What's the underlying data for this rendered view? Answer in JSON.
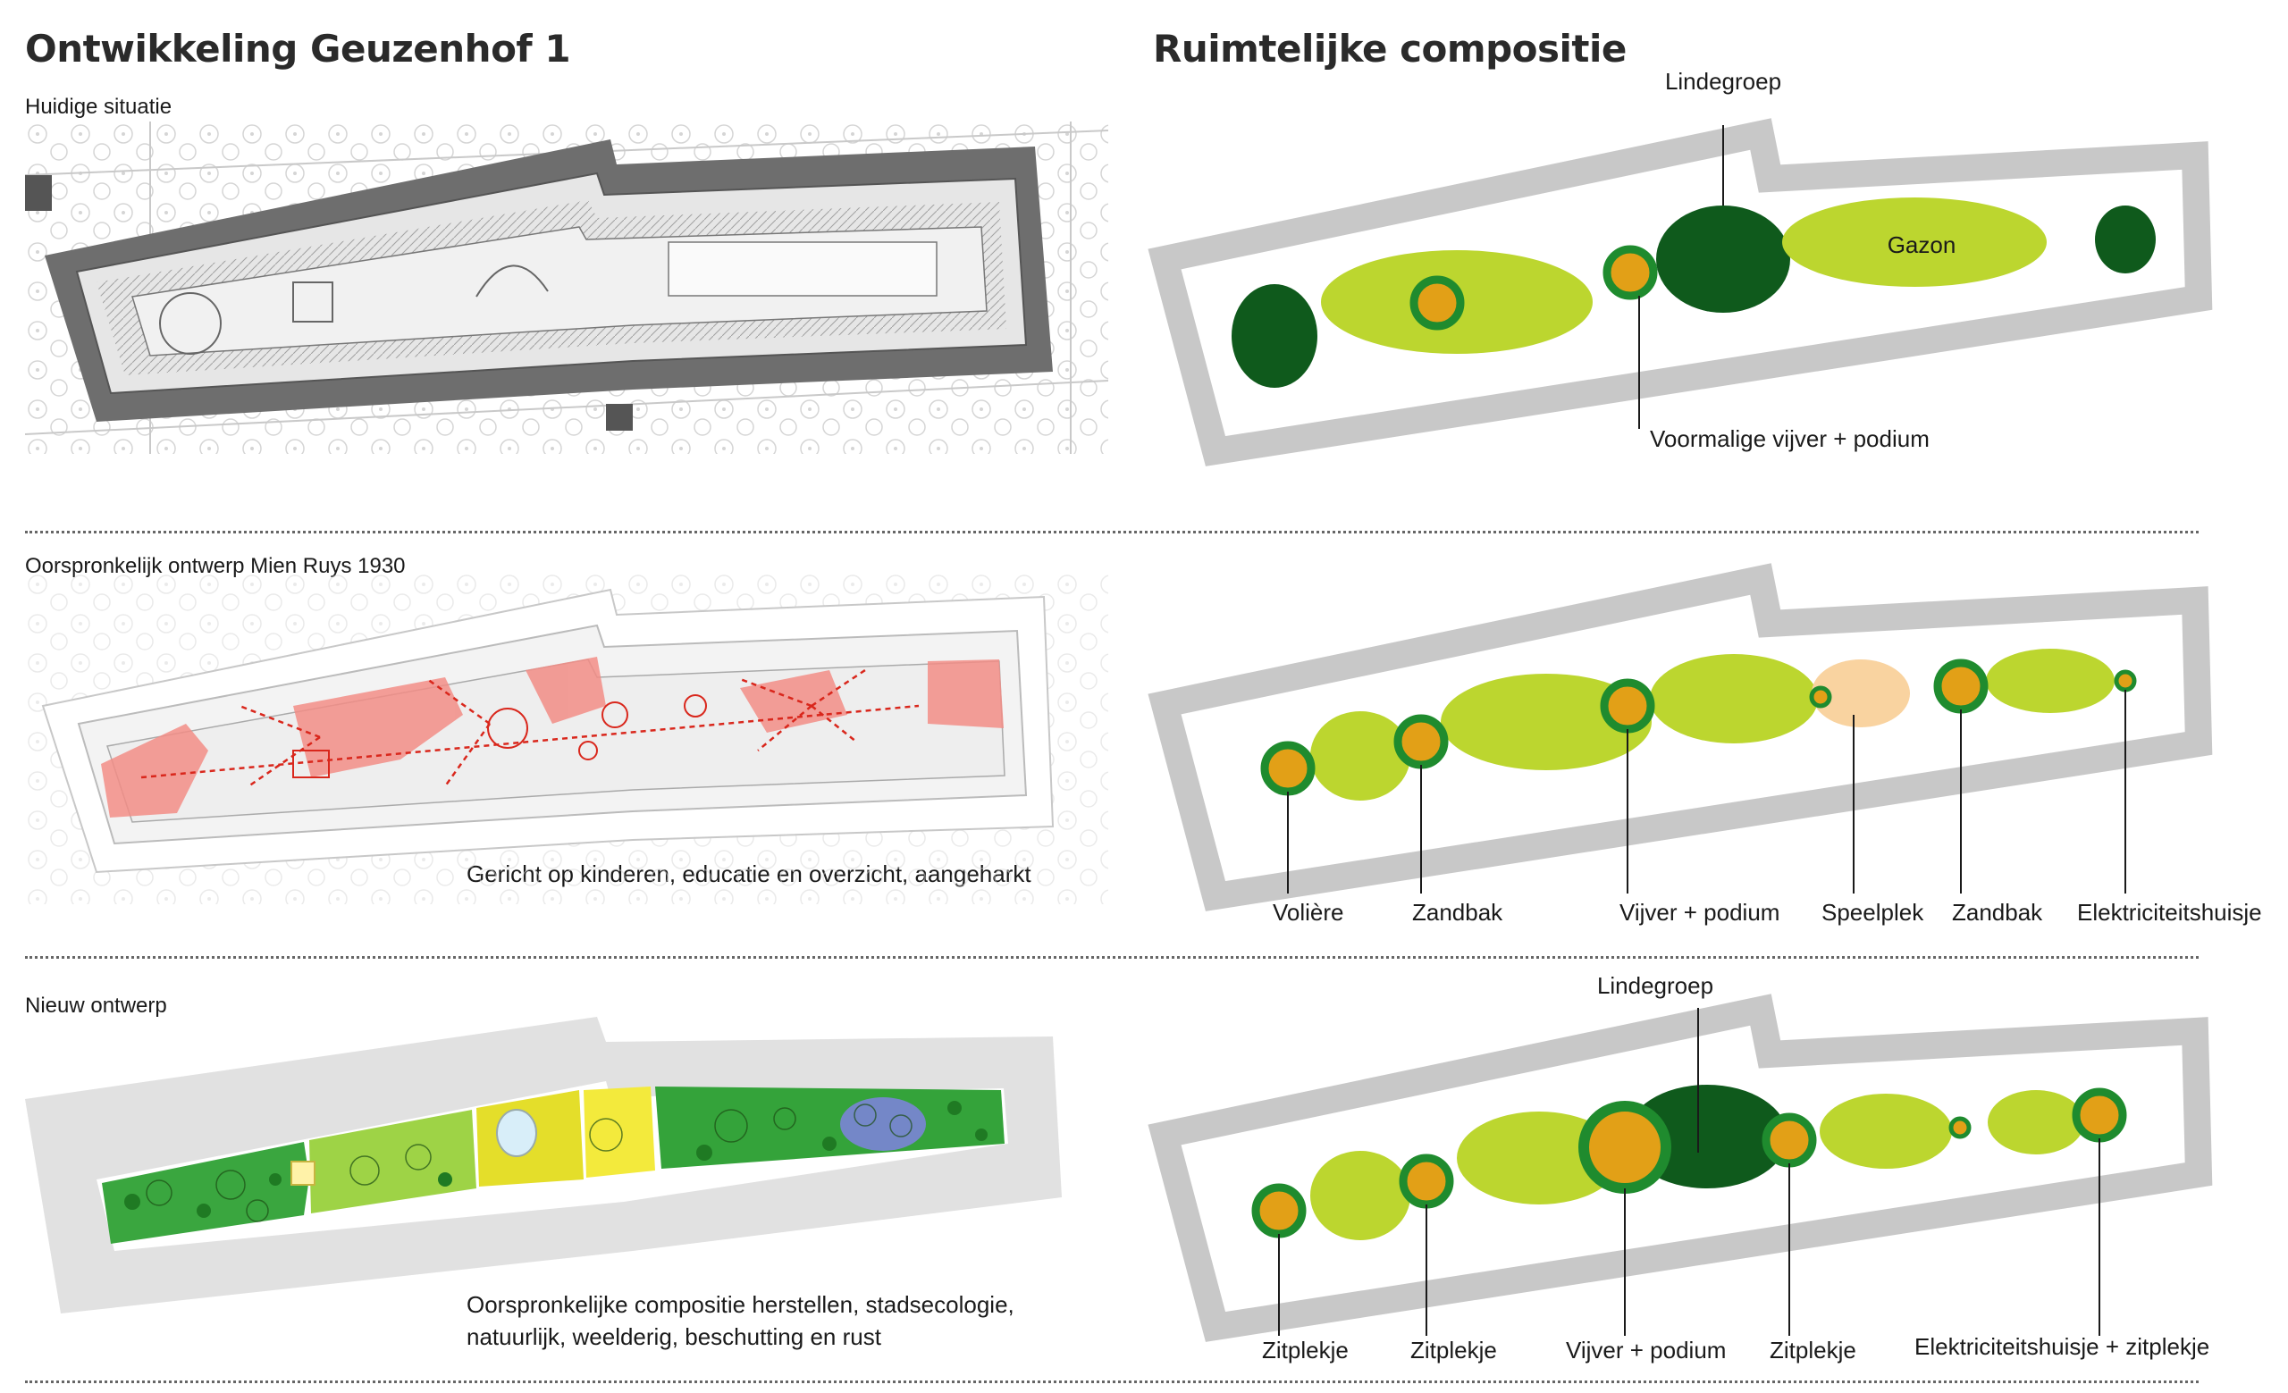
{
  "page": {
    "title_left": "Ontwikkeling Geuzenhof 1",
    "title_right": "Ruimtelijke compositie"
  },
  "rows": [
    {
      "label": "Huidige situatie",
      "caption": "",
      "diagram_labels": {
        "top": "Lindegroep",
        "lawn": "Gazon",
        "bottom": "Voormalige vijver + podium"
      }
    },
    {
      "label": "Oorspronkelijk ontwerp Mien Ruys 1930",
      "caption": "Gericht op kinderen, educatie en overzicht, aangeharkt",
      "diagram_labels": {
        "voliere": "Volière",
        "zandbak_1": "Zandbak",
        "vijver": "Vijver + podium",
        "speelplek": "Speelplek",
        "zandbak_2": "Zandbak",
        "elektriciteit": "Elektriciteitshuisje"
      }
    },
    {
      "label": "Nieuw ontwerp",
      "caption_line1": "Oorspronkelijke compositie herstellen, stadsecologie,",
      "caption_line2": "natuurlijk, weelderig, beschutting en rust",
      "diagram_labels": {
        "top": "Lindegroep",
        "zit_1": "Zitplekje",
        "zit_2": "Zitplekje",
        "vijver": "Vijver + podium",
        "zit_3": "Zitplekje",
        "elektriciteit": "Elektriciteitshuisje + zitplekje"
      }
    }
  ],
  "colors": {
    "frame": "#c8c8c8",
    "dark_green": "#0f5a1c",
    "light_green": "#bcd62f",
    "ring_green": "#1f8b2e",
    "orange": "#e2a017",
    "peach": "#f9d3a0",
    "salmon": "#f28d86",
    "site_green": "#2fa33a"
  }
}
